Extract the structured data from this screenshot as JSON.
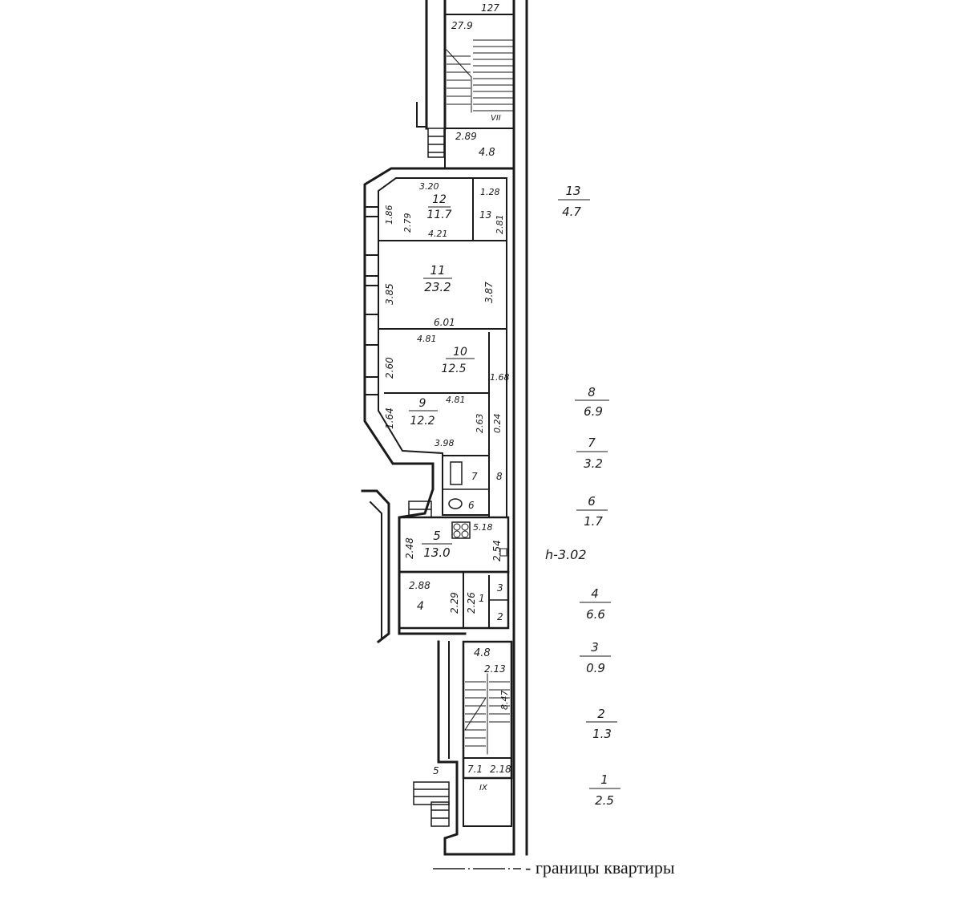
{
  "rooms": [
    {
      "id": "room-12",
      "number": "12",
      "area": "11.7",
      "dims": [
        "3.20",
        "2.79",
        "4.21",
        "1.86"
      ]
    },
    {
      "id": "room-13",
      "number": "13",
      "dims": [
        "1.28",
        "2.81"
      ]
    },
    {
      "id": "room-11",
      "number": "11",
      "area": "23.2",
      "dims": [
        "3.85",
        "3.87",
        "6.01"
      ]
    },
    {
      "id": "room-10",
      "number": "10",
      "area": "12.5",
      "dims": [
        "4.81",
        "2.60",
        "1.68"
      ]
    },
    {
      "id": "room-9",
      "number": "9",
      "area": "12.2",
      "dims": [
        "4.81",
        "1.64",
        "3.98",
        "2.63",
        "0.24"
      ]
    },
    {
      "id": "room-8",
      "number": "8"
    },
    {
      "id": "room-7",
      "number": "7"
    },
    {
      "id": "room-6",
      "number": "6"
    },
    {
      "id": "room-5",
      "number": "5",
      "area": "13.0",
      "dims": [
        "2.48",
        "5.18",
        "2.54"
      ]
    },
    {
      "id": "room-4",
      "number": "4",
      "dims": [
        "2.88",
        "2.29"
      ]
    },
    {
      "id": "room-1",
      "number": "1",
      "dims": [
        "2.26"
      ]
    },
    {
      "id": "room-3",
      "number": "3"
    },
    {
      "id": "room-2",
      "number": "2"
    }
  ],
  "stairwells": {
    "top": {
      "label": "VII",
      "dims": [
        "127",
        "27.9",
        "2.89",
        "4.8"
      ]
    },
    "bottom": {
      "label": "IX",
      "dims": [
        "4.8",
        "2.13",
        "8.47",
        "7.1",
        "2.18",
        "5"
      ]
    }
  },
  "explication": [
    {
      "number": "13",
      "area": "4.7"
    },
    {
      "number": "8",
      "area": "6.9"
    },
    {
      "number": "7",
      "area": "3.2"
    },
    {
      "number": "6",
      "area": "1.7"
    },
    {
      "number": "4",
      "area": "6.6"
    },
    {
      "number": "3",
      "area": "0.9"
    },
    {
      "number": "2",
      "area": "1.3"
    },
    {
      "number": "1",
      "area": "2.5"
    }
  ],
  "height_note": "h-3.02",
  "legend": {
    "text": "- границы квартиры"
  }
}
